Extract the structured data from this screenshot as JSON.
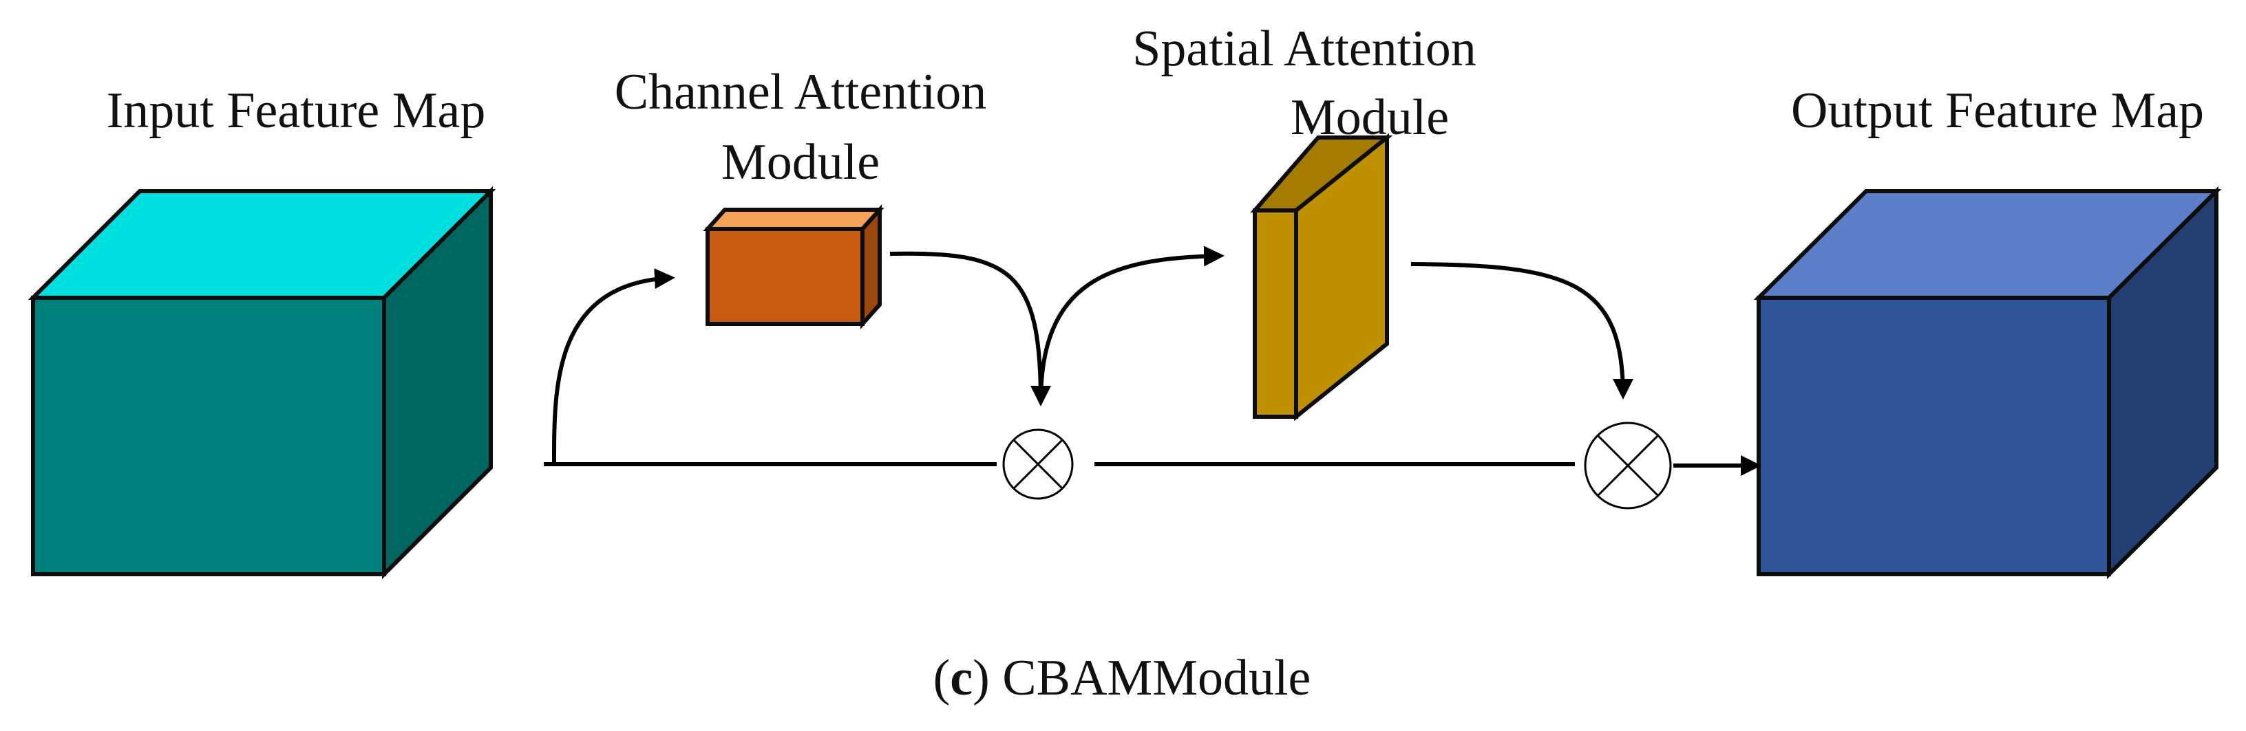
{
  "diagram": {
    "labels": {
      "input": "Input Feature Map",
      "channel_line1": "Channel Attention",
      "channel_line2": "Module",
      "spatial_line1": "Spatial Attention",
      "spatial_line2": "Module",
      "output": "Output Feature Map"
    },
    "caption": {
      "open": "(",
      "letter": "c",
      "close": ")",
      "text": " CBAMModule"
    },
    "colors": {
      "input_front": "#00807a",
      "input_top": "#00e0e0",
      "input_side": "#006660",
      "channel_front": "#c55a11",
      "channel_top": "#f4a15a",
      "channel_side": "#9c470c",
      "spatial_front": "#bf9000",
      "spatial_side": "#a57c00",
      "output_front": "#2f5597",
      "output_top": "#5b7fc9",
      "output_side": "#233f72"
    },
    "operators": [
      "multiply-icon",
      "multiply-icon"
    ]
  }
}
